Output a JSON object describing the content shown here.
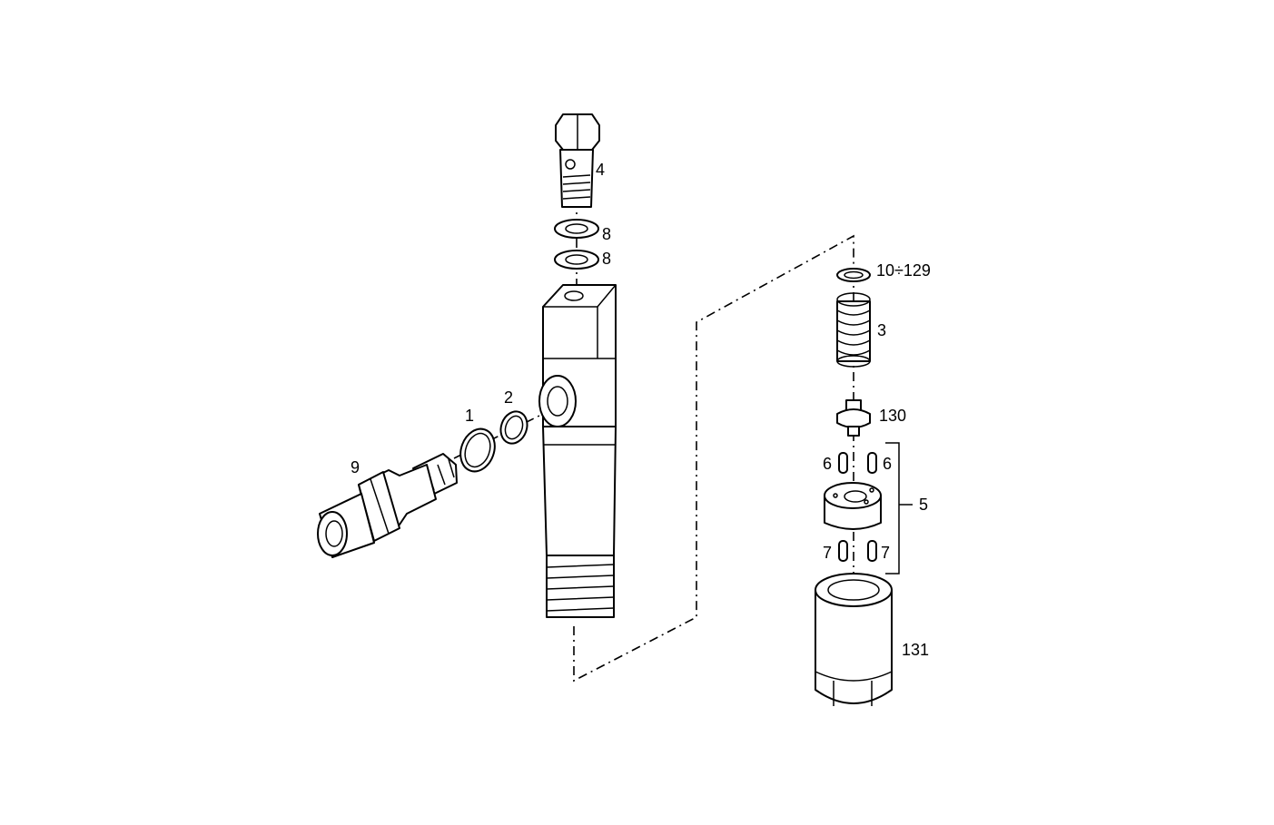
{
  "callouts": {
    "c1": "1",
    "c2": "2",
    "c3": "3",
    "c4": "4",
    "c5": "5",
    "c6a": "6",
    "c6b": "6",
    "c7a": "7",
    "c7b": "7",
    "c8a": "8",
    "c8b": "8",
    "c9": "9",
    "c10": "10÷129",
    "c130": "130",
    "c131": "131"
  }
}
